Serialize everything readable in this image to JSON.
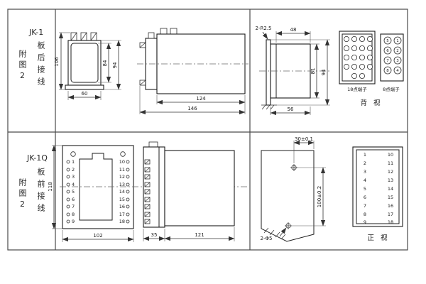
{
  "sidebar": {
    "top": {
      "fig": "附图2",
      "model": "JK-1",
      "wiring": "板后接线"
    },
    "bottom": {
      "fig": "附图2",
      "model": "JK-1Q",
      "wiring": "板前接线"
    }
  },
  "top_row": {
    "front_view": {
      "height_total": "106",
      "height_inner": "84",
      "height_outer": "94",
      "width": "60"
    },
    "side_view": {
      "depth_body": "124",
      "depth_total": "146"
    },
    "cutout_view": {
      "radius_note": "2-R2.5",
      "width_top": "48",
      "height_inner": "81",
      "height_total": "94",
      "width_bottom": "56"
    },
    "rear_view": {
      "terminal18_label": "18点端子",
      "terminal8_label": "8点端子",
      "caption": "背 视",
      "terminal8_numbers": [
        "5",
        "1",
        "6",
        "2",
        "7",
        "3",
        "8",
        "4"
      ]
    }
  },
  "bottom_row": {
    "front_view": {
      "height": "118",
      "width": "102",
      "left_terminals": [
        "1",
        "2",
        "3",
        "4",
        "5",
        "6",
        "7",
        "8",
        "9"
      ],
      "right_terminals": [
        "10",
        "11",
        "12",
        "13",
        "14",
        "15",
        "16",
        "17",
        "18"
      ]
    },
    "side_view": {
      "width_strip": "35",
      "width_body": "121"
    },
    "drill_view": {
      "hole_offset": "30±0.1",
      "hole_pitch": "100±0.2",
      "hole_note": "2-Φ5"
    },
    "table_view": {
      "caption": "正 视",
      "left_column": [
        "1",
        "2",
        "3",
        "4",
        "5",
        "6",
        "7",
        "8",
        "9"
      ],
      "right_column": [
        "10",
        "11",
        "12",
        "13",
        "14",
        "15",
        "16",
        "17",
        "18"
      ]
    }
  }
}
